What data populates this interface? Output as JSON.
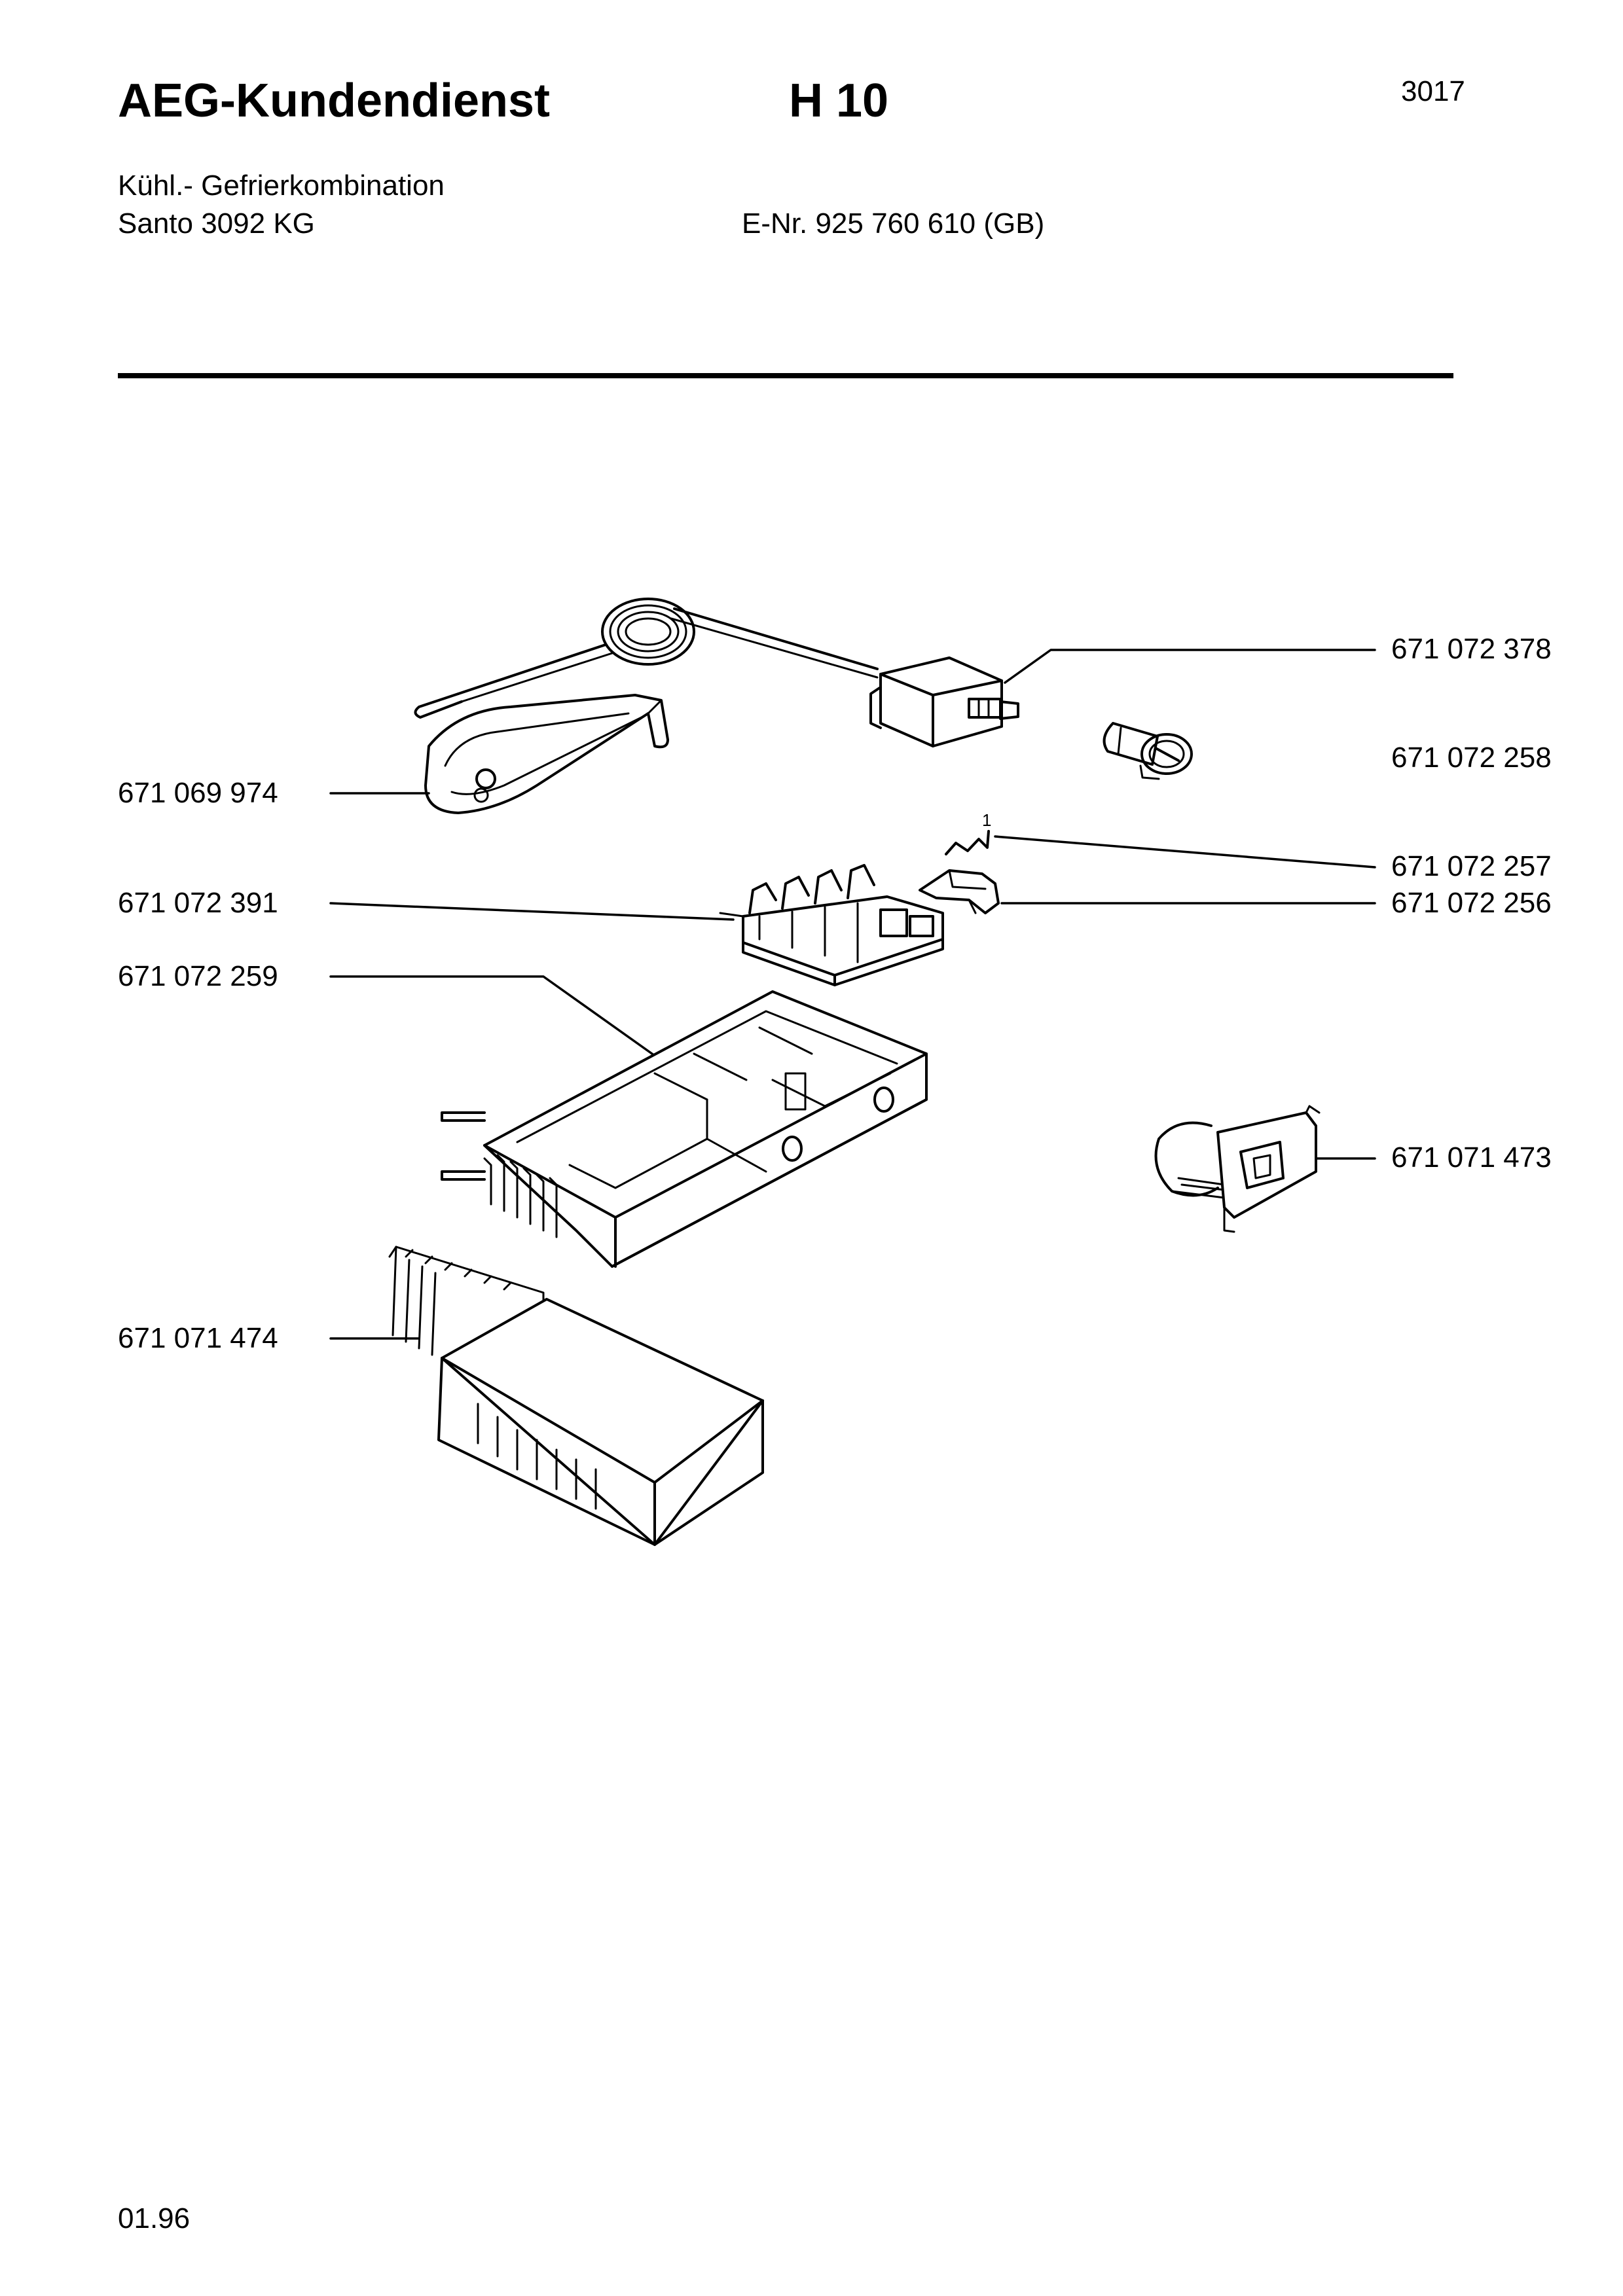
{
  "header": {
    "brand": "AEG-Kundendienst",
    "code": "H 10",
    "page_number": "3017"
  },
  "product": {
    "type": "Kühl.- Gefrierkombination",
    "model": "Santo 3092 KG",
    "e_number": "E-Nr. 925 760 610  (GB)"
  },
  "parts": {
    "thermostat": "671 072 378",
    "knob_screw": "671 072 258",
    "thermostat_bracket": "671 069 974",
    "contact_spring": "671 072 257",
    "switch_contact": "671 072 256",
    "terminal_board": "671 072 391",
    "housing_lower": "671 072 259",
    "lamp_holder": "671 071 473",
    "housing_cover": "671 071 474"
  },
  "callout_marker": "1",
  "footer": {
    "date": "01.96"
  }
}
